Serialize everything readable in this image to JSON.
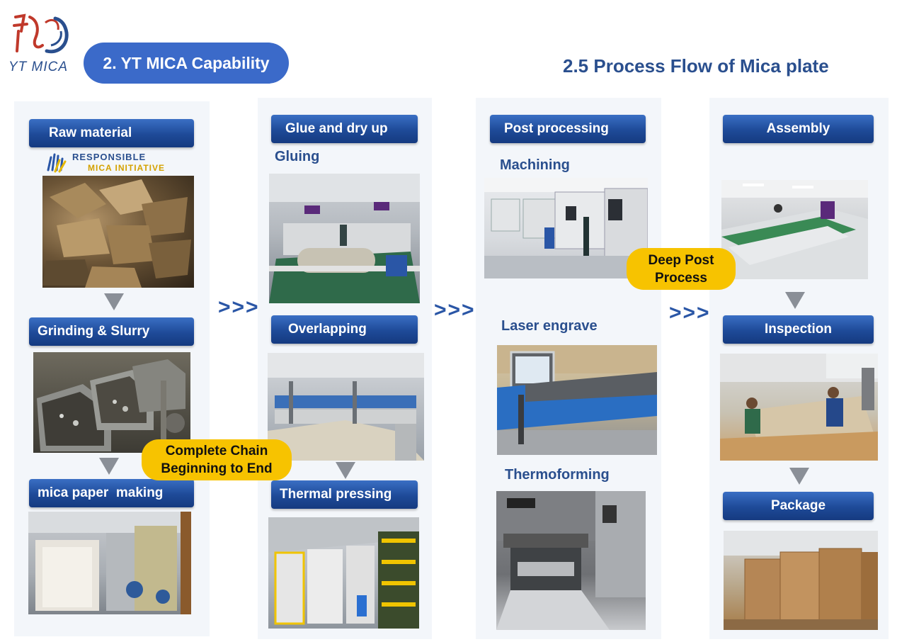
{
  "logo": {
    "text": "YT MICA"
  },
  "section_pill": "2. YT MICA Capability",
  "page_title": "2.5 Process Flow of Mica plate",
  "rmi_logo": {
    "line1": "RESPONSIBLE",
    "line2": "MICA INITIATIVE"
  },
  "flow_arrow": ">>>",
  "columns": [
    {
      "steps": [
        {
          "label": "Raw material"
        },
        {
          "label": "Grinding & Slurry"
        },
        {
          "label": "mica paper  making"
        }
      ]
    },
    {
      "steps": [
        {
          "label": "Glue and dry up",
          "sub": "Gluing"
        },
        {
          "label": "Overlapping"
        },
        {
          "label": "Thermal pressing"
        }
      ]
    },
    {
      "steps": [
        {
          "label": "Post processing",
          "sub": "Machining"
        },
        {
          "sub": "Laser engrave"
        },
        {
          "sub": "Thermoforming"
        }
      ]
    },
    {
      "steps": [
        {
          "label": "Assembly"
        },
        {
          "label": "Inspection"
        },
        {
          "label": "Package"
        }
      ]
    }
  ],
  "callouts": {
    "chain": {
      "line1": "Complete Chain",
      "line2": "Beginning to End"
    },
    "deep": {
      "line1": "Deep Post",
      "line2": "Process"
    }
  },
  "colors": {
    "accent": "#1e4a98",
    "title": "#2a4f8e",
    "highlight": "#f7c300"
  }
}
